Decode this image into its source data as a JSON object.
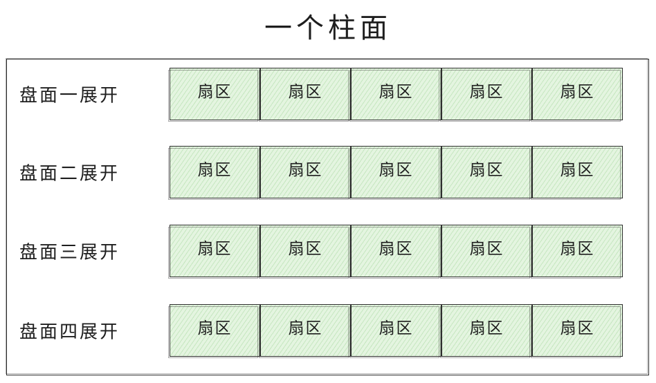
{
  "title": "一个柱面",
  "rows": [
    {
      "label": "盘面一展开",
      "sectors": [
        "扇区",
        "扇区",
        "扇区",
        "扇区",
        "扇区"
      ]
    },
    {
      "label": "盘面二展开",
      "sectors": [
        "扇区",
        "扇区",
        "扇区",
        "扇区",
        "扇区"
      ]
    },
    {
      "label": "盘面三展开",
      "sectors": [
        "扇区",
        "扇区",
        "扇区",
        "扇区",
        "扇区"
      ]
    },
    {
      "label": "盘面四展开",
      "sectors": [
        "扇区",
        "扇区",
        "扇区",
        "扇区",
        "扇区"
      ]
    }
  ],
  "colors": {
    "sector_fill": "#e4f5e0",
    "sector_hatch": "#78be6e",
    "stroke": "#2b2b2b"
  }
}
